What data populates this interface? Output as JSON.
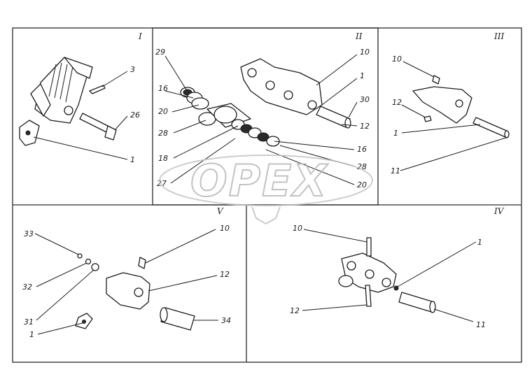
{
  "watermark": "OPEX",
  "panels": [
    {
      "id": "I",
      "label": "I"
    },
    {
      "id": "II",
      "label": "II"
    },
    {
      "id": "III",
      "label": "III"
    },
    {
      "id": "IV",
      "label": "IV"
    },
    {
      "id": "V",
      "label": "V"
    }
  ],
  "callouts": {
    "p1": [
      "3",
      "26",
      "1"
    ],
    "p2": [
      "29",
      "16",
      "20",
      "28",
      "18",
      "27",
      "10",
      "1",
      "30",
      "12",
      "16",
      "28",
      "20"
    ],
    "p3": [
      "10",
      "12",
      "1",
      "11"
    ],
    "p5": [
      "33",
      "32",
      "31",
      "1",
      "10",
      "12",
      "34"
    ],
    "p4": [
      "10",
      "1",
      "12",
      "11"
    ]
  }
}
